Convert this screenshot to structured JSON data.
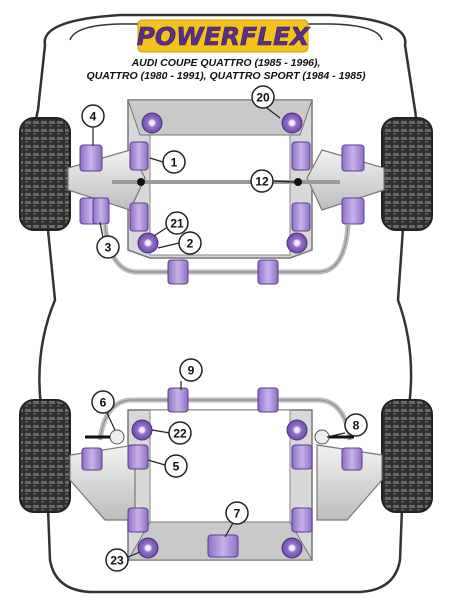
{
  "brand": {
    "logo_text": "POWERFLEX",
    "colors": {
      "logo_bg": "#f3c21c",
      "logo_text": "#5a2f86",
      "bush_purple": "#a98ad6",
      "bush_purple_dark": "#7c5cb3",
      "subframe_grey": "#d6d6d6",
      "body_outline": "#333333",
      "tyre": "#3a3a3a"
    }
  },
  "title": {
    "line1": "AUDI COUPE QUATTRO (1985 - 1996),",
    "line2": "QUATTRO (1980 - 1991), QUATTRO SPORT (1984 - 1985)"
  },
  "callouts": [
    {
      "id": "callout-4",
      "number": "4"
    },
    {
      "id": "callout-20",
      "number": "20"
    },
    {
      "id": "callout-1",
      "number": "1"
    },
    {
      "id": "callout-12",
      "number": "12"
    },
    {
      "id": "callout-21",
      "number": "21"
    },
    {
      "id": "callout-2",
      "number": "2"
    },
    {
      "id": "callout-3",
      "number": "3"
    },
    {
      "id": "callout-9",
      "number": "9"
    },
    {
      "id": "callout-6",
      "number": "6"
    },
    {
      "id": "callout-22",
      "number": "22"
    },
    {
      "id": "callout-5",
      "number": "5"
    },
    {
      "id": "callout-8",
      "number": "8"
    },
    {
      "id": "callout-7",
      "number": "7"
    },
    {
      "id": "callout-23",
      "number": "23"
    }
  ]
}
